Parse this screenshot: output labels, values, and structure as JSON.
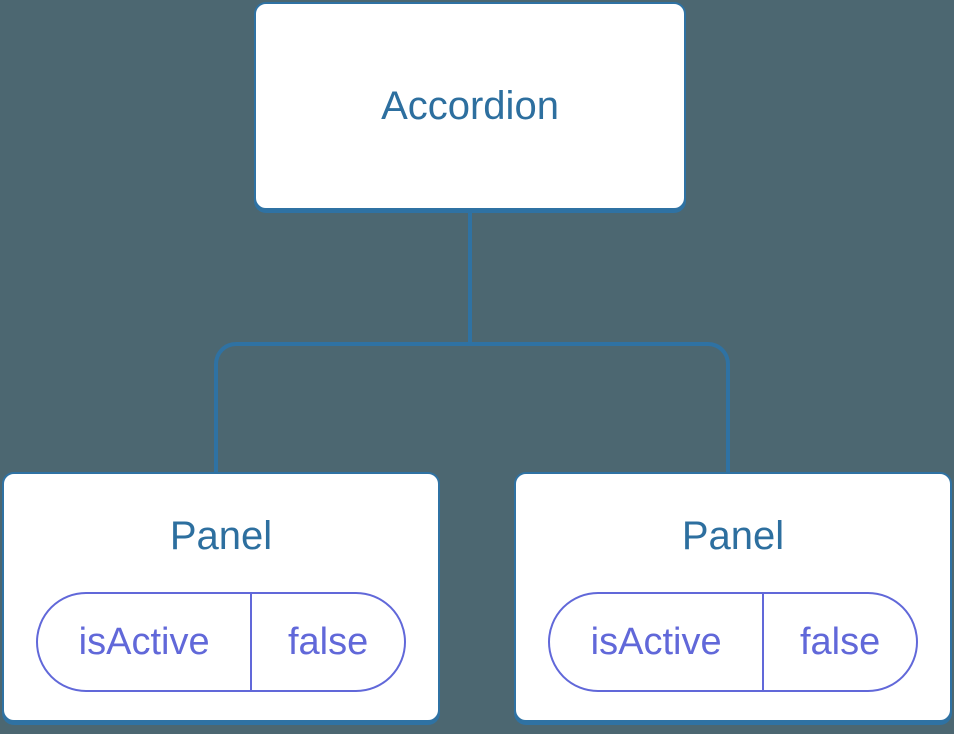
{
  "colors": {
    "bg": "#4C6771",
    "line": "#2F72A3",
    "node-bg": "#FFFFFF",
    "label": "#2D6F9F",
    "purple": "#6168D9"
  },
  "tree": {
    "root": {
      "label": "Accordion"
    },
    "children": [
      {
        "label": "Panel",
        "state": {
          "key": "isActive",
          "value": "false"
        }
      },
      {
        "label": "Panel",
        "state": {
          "key": "isActive",
          "value": "false"
        }
      }
    ]
  }
}
